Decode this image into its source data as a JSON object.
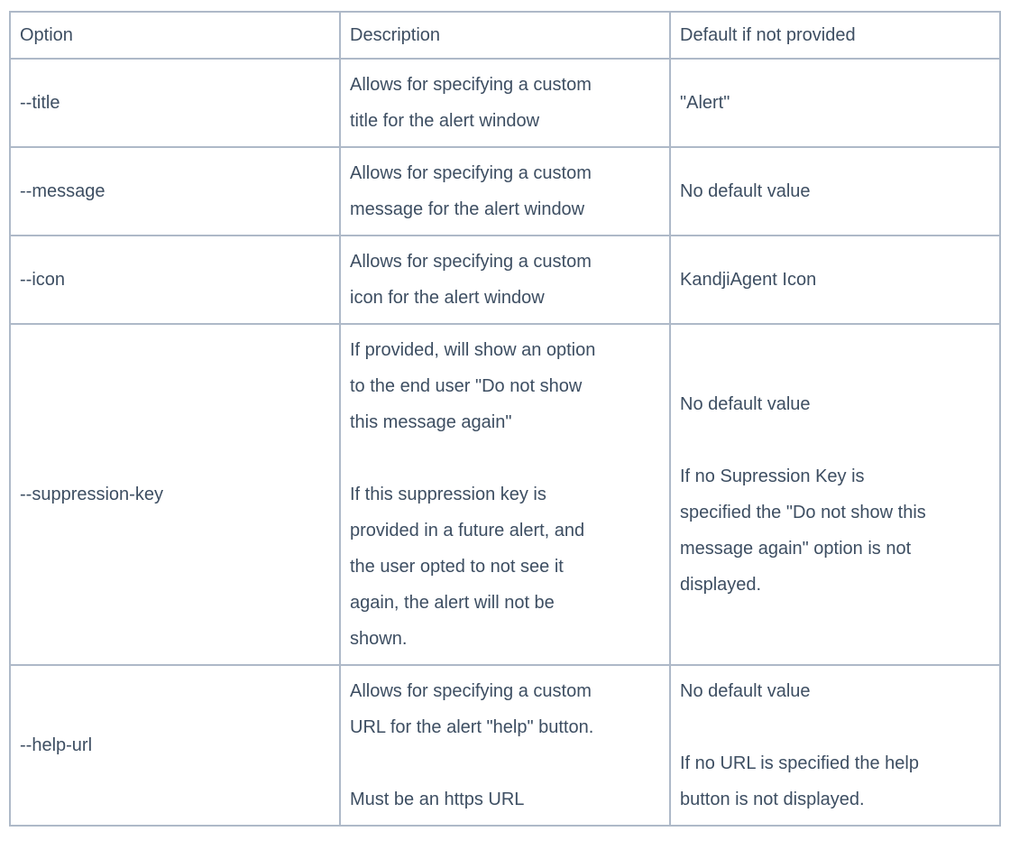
{
  "colors": {
    "text": "#3d4e62",
    "border": "#aeb9c8",
    "background": "#ffffff"
  },
  "table": {
    "headers": {
      "option": "Option",
      "description": "Description",
      "default": "Default if not provided"
    },
    "rows": [
      {
        "option": "--title",
        "description": "Allows for specifying a custom\ntitle for the alert window",
        "default": "\"Alert\""
      },
      {
        "option": "--message",
        "description": "Allows for specifying a custom\nmessage for the alert window",
        "default": "No default value"
      },
      {
        "option": "--icon",
        "description": "Allows for specifying a custom\nicon for the alert window",
        "default": "KandjiAgent Icon"
      },
      {
        "option": "--suppression-key",
        "description": "If provided, will show an option\nto the end user \"Do not show\nthis message again\"\n\nIf this suppression key is\nprovided in a future alert, and\nthe user opted to not see it\nagain, the alert will not be\nshown.",
        "default": "No default value\n\nIf no Supression Key is\nspecified the \"Do not show this\nmessage again\" option is not\ndisplayed."
      },
      {
        "option": "--help-url",
        "description": "Allows for specifying a custom\nURL for the alert \"help\" button.\n\nMust be an https URL",
        "default": "No default value\n\nIf no URL is specified the help\nbutton is not displayed."
      }
    ]
  }
}
